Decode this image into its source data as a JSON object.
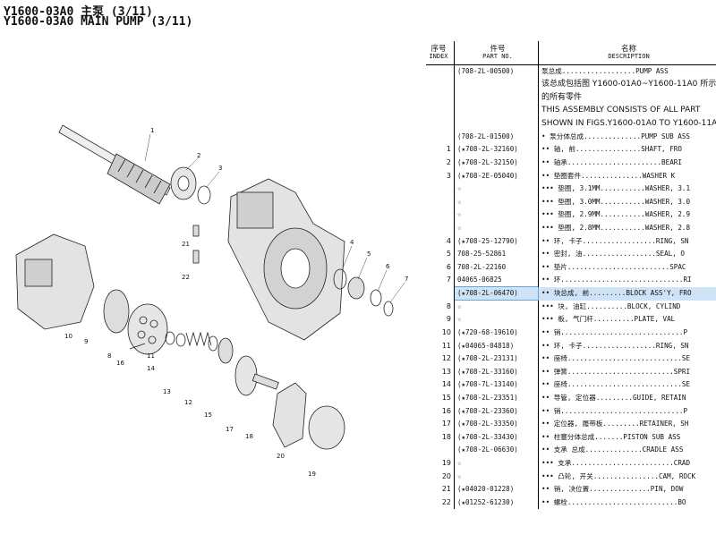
{
  "header": {
    "title_zh": "Y1600-03A0 主泵 (3/11)",
    "title_en": "Y1600-03A0 MAIN PUMP (3/11)"
  },
  "table": {
    "columns": {
      "index_zh": "序号",
      "index_en": "INDEX",
      "part_zh": "件号",
      "part_en": "PART NO.",
      "desc_zh": "名称",
      "desc_en": "DESCRIPTION"
    },
    "rows": [
      {
        "index": "",
        "part": "(708-2L-00500)",
        "desc": "泵总成..................PUMP ASS",
        "note": false,
        "highlight": false
      },
      {
        "index": "",
        "part": "",
        "desc": "该总成包括图 Y1600-01A0~Y1600-11A0 所示",
        "note": true,
        "highlight": false
      },
      {
        "index": "",
        "part": "",
        "desc": "的所有零件",
        "note": true,
        "highlight": false
      },
      {
        "index": "",
        "part": "",
        "desc": "THIS ASSEMBLY CONSISTS OF ALL PART",
        "note": true,
        "highlight": false
      },
      {
        "index": "",
        "part": "",
        "desc": "SHOWN IN FIGS.Y1600-01A0 TO Y1600-11A",
        "note": true,
        "highlight": false
      },
      {
        "index": "",
        "part": "(708-2L-01500)",
        "desc": "• 泵分体总成..............PUMP SUB ASS",
        "note": false,
        "highlight": false
      },
      {
        "index": "1",
        "part": "(★708-2L-32160)",
        "desc": "•• 轴, 前................SHAFT, FRO",
        "note": false,
        "highlight": false
      },
      {
        "index": "2",
        "part": "(★708-2L-32150)",
        "desc": "•• 轴承.......................BEARI",
        "note": false,
        "highlight": false
      },
      {
        "index": "3",
        "part": "(★708-2E-05040)",
        "desc": "•• 垫圈套件...............WASHER K",
        "note": false,
        "highlight": false
      },
      {
        "index": "",
        "part": "☆",
        "desc": "••• 垫圈, 3.1MM...........WASHER, 3.1",
        "note": false,
        "highlight": false
      },
      {
        "index": "",
        "part": "☆",
        "desc": "••• 垫圈, 3.0MM...........WASHER, 3.0",
        "note": false,
        "highlight": false
      },
      {
        "index": "",
        "part": "☆",
        "desc": "••• 垫圈, 2.9MM...........WASHER, 2.9",
        "note": false,
        "highlight": false
      },
      {
        "index": "",
        "part": "☆",
        "desc": "••• 垫圈, 2.8MM...........WASHER, 2.8",
        "note": false,
        "highlight": false
      },
      {
        "index": "4",
        "part": "(★708-25-12790)",
        "desc": "•• 环, 卡子..................RING, SN",
        "note": false,
        "highlight": false
      },
      {
        "index": "5",
        "part": "708-25-52861",
        "desc": "•• 密封, 油..................SEAL, O",
        "note": false,
        "highlight": false
      },
      {
        "index": "6",
        "part": "708-2L-22160",
        "desc": "•• 垫片.........................SPAC",
        "note": false,
        "highlight": false
      },
      {
        "index": "7",
        "part": "04065-06825",
        "desc": "•• 环..............................RI",
        "note": false,
        "highlight": false
      },
      {
        "index": "",
        "part": "(★708-2L-06470)",
        "desc": "•• 块总成, 前.........BLOCK ASS'Y, FRO",
        "note": false,
        "highlight": true
      },
      {
        "index": "8",
        "part": "☆",
        "desc": "••• 块, 油缸..........BLOCK, CYLIND",
        "note": false,
        "highlight": false
      },
      {
        "index": "9",
        "part": "☆",
        "desc": "••• 板, 气门杆..........PLATE, VAL",
        "note": false,
        "highlight": false
      },
      {
        "index": "10",
        "part": "(★720-68-19610)",
        "desc": "•• 销..............................P",
        "note": false,
        "highlight": false
      },
      {
        "index": "11",
        "part": "(★04065-04818)",
        "desc": "•• 环, 卡子..................RING, SN",
        "note": false,
        "highlight": false
      },
      {
        "index": "12",
        "part": "(★708-2L-23131)",
        "desc": "•• 座椅............................SE",
        "note": false,
        "highlight": false
      },
      {
        "index": "13",
        "part": "(★708-2L-33160)",
        "desc": "•• 弹簧..........................SPRI",
        "note": false,
        "highlight": false
      },
      {
        "index": "14",
        "part": "(★708-7L-13140)",
        "desc": "•• 座椅............................SE",
        "note": false,
        "highlight": false
      },
      {
        "index": "15",
        "part": "(★708-2L-23351)",
        "desc": "•• 导管, 定位器.........GUIDE, RETAIN",
        "note": false,
        "highlight": false
      },
      {
        "index": "16",
        "part": "(★708-2L-23360)",
        "desc": "•• 销..............................P",
        "note": false,
        "highlight": false
      },
      {
        "index": "17",
        "part": "(★708-2L-33350)",
        "desc": "•• 定位器, 履带板.........RETAINER, SH",
        "note": false,
        "highlight": false
      },
      {
        "index": "18",
        "part": "(★708-2L-33430)",
        "desc": "•• 柱塞分体总成.......PISTON SUB ASS",
        "note": false,
        "highlight": false
      },
      {
        "index": "",
        "part": "(★708-2L-06630)",
        "desc": "•• 支承 总成..............CRADLE ASS",
        "note": false,
        "highlight": false
      },
      {
        "index": "19",
        "part": "☆",
        "desc": "••• 支承.........................CRAD",
        "note": false,
        "highlight": false
      },
      {
        "index": "20",
        "part": "☆",
        "desc": "••• 凸轮, 开关................CAM, ROCK",
        "note": false,
        "highlight": false
      },
      {
        "index": "21",
        "part": "(★04020-01228)",
        "desc": "•• 销, 决位置...............PIN, DOW",
        "note": false,
        "highlight": false
      },
      {
        "index": "22",
        "part": "(★01252-61230)",
        "desc": "•• 螺栓...........................BO",
        "note": false,
        "highlight": false
      }
    ]
  },
  "diagram": {
    "callouts": [
      "1",
      "2",
      "3",
      "4",
      "5",
      "6",
      "7",
      "8",
      "9",
      "10",
      "11",
      "12",
      "13",
      "14",
      "15",
      "16",
      "17",
      "18",
      "19",
      "20",
      "21",
      "22"
    ]
  }
}
